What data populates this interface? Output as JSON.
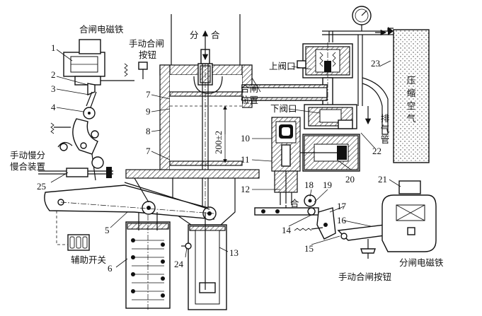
{
  "arrow_labels": {
    "open": "分",
    "close": "合"
  },
  "callouts": {
    "n1": "1",
    "n2": "2",
    "n3": "3",
    "n4": "4",
    "n5": "5",
    "n6": "6",
    "n7a": "7",
    "n7b": "7",
    "n8": "8",
    "n9": "9",
    "n10": "10",
    "n11": "11",
    "n12": "12",
    "n13": "13",
    "n14": "14",
    "n15": "15",
    "n16": "16",
    "n17": "17",
    "n18": "18",
    "n19": "19",
    "n20": "20",
    "n21": "21",
    "n22": "22",
    "n23": "23",
    "n24": "24",
    "n25": "25"
  },
  "labels": {
    "closing_electromagnet": "合闸电磁铁",
    "manual_close_button_top_1": "手动合闸",
    "manual_close_button_top_2": "按钮",
    "close_position_1": "合闸",
    "close_position_2": "位置",
    "upper_valve_port": "上阀口",
    "lower_valve_port": "下阀口",
    "exhaust_pipe": "排气管",
    "compressed_air": "压缩空气",
    "dimension": "200±2",
    "slow_device_1": "手动慢分",
    "slow_device_2": "慢合装置",
    "aux_switch": "辅助开关",
    "close_small": "合",
    "manual_close_button_bottom": "手动合闸按钮",
    "opening_electromagnet": "分闸电磁铁"
  },
  "icons": [
    "pressure-gauge-icon",
    "spring-icon",
    "coil-icon",
    "arrow-up-icon",
    "arrow-down-icon"
  ]
}
